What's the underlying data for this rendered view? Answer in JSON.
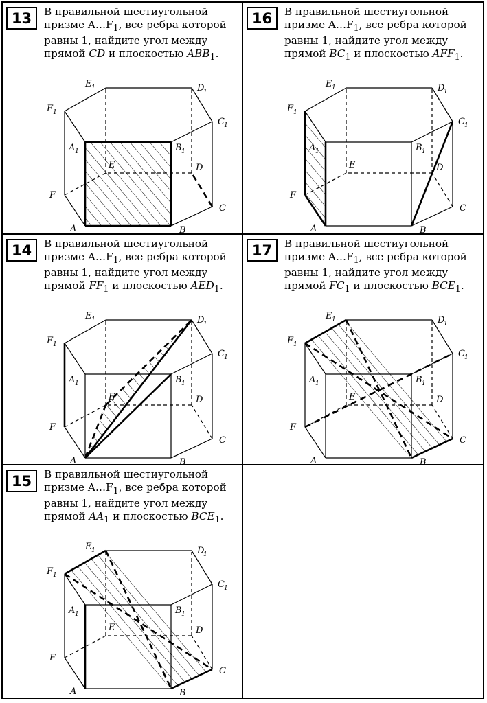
{
  "problems": [
    {
      "number": "13",
      "text_main": "В правильной шестиугольной призме A…F",
      "text_sub1": "1",
      "text_after1": ", все ребра которой равны 1, найдите угол между прямой ",
      "line_name": "CD",
      "line_sub": "",
      "text_mid": " и плоскостью ",
      "plane_name": "ABB",
      "plane_sub": "1",
      "text_end": "."
    },
    {
      "number": "16",
      "text_main": "В правильной шестиугольной призме A…F",
      "text_sub1": "1",
      "text_after1": ", все ребра которой равны 1, найдите угол между прямой ",
      "line_name": "BC",
      "line_sub": "1",
      "text_mid": " и плоскостью ",
      "plane_name": "AFF",
      "plane_sub": "1",
      "text_end": "."
    },
    {
      "number": "14",
      "text_main": "В правильной шестиугольной призме A…F",
      "text_sub1": "1",
      "text_after1": ", все ребра которой равны 1, найдите угол между прямой ",
      "line_name": "FF",
      "line_sub": "1",
      "text_mid": " и плоскостью ",
      "plane_name": "AED",
      "plane_sub": "1",
      "text_end": "."
    },
    {
      "number": "17",
      "text_main": "В правильной шестиугольной призме A…F",
      "text_sub1": "1",
      "text_after1": ", все ребра которой равны 1, найдите угол между прямой ",
      "line_name": "FC",
      "line_sub": "1",
      "text_mid": " и плоскостью ",
      "plane_name": "BCE",
      "plane_sub": "1",
      "text_end": "."
    },
    {
      "number": "15",
      "text_main": "В правильной шестиугольной призме A…F",
      "text_sub1": "1",
      "text_after1": ", все ребра которой равны 1, найдите угол между прямой ",
      "line_name": "AA",
      "line_sub": "1",
      "text_mid": " и плоскостью ",
      "plane_name": "BCE",
      "plane_sub": "1",
      "text_end": "."
    }
  ],
  "vertex_labels": {
    "A": "A",
    "B": "B",
    "C": "C",
    "D": "D",
    "E": "E",
    "F": "F",
    "A1": "A",
    "B1": "B",
    "C1": "C",
    "D1": "D",
    "E1": "E",
    "F1": "F",
    "sub": "1"
  }
}
